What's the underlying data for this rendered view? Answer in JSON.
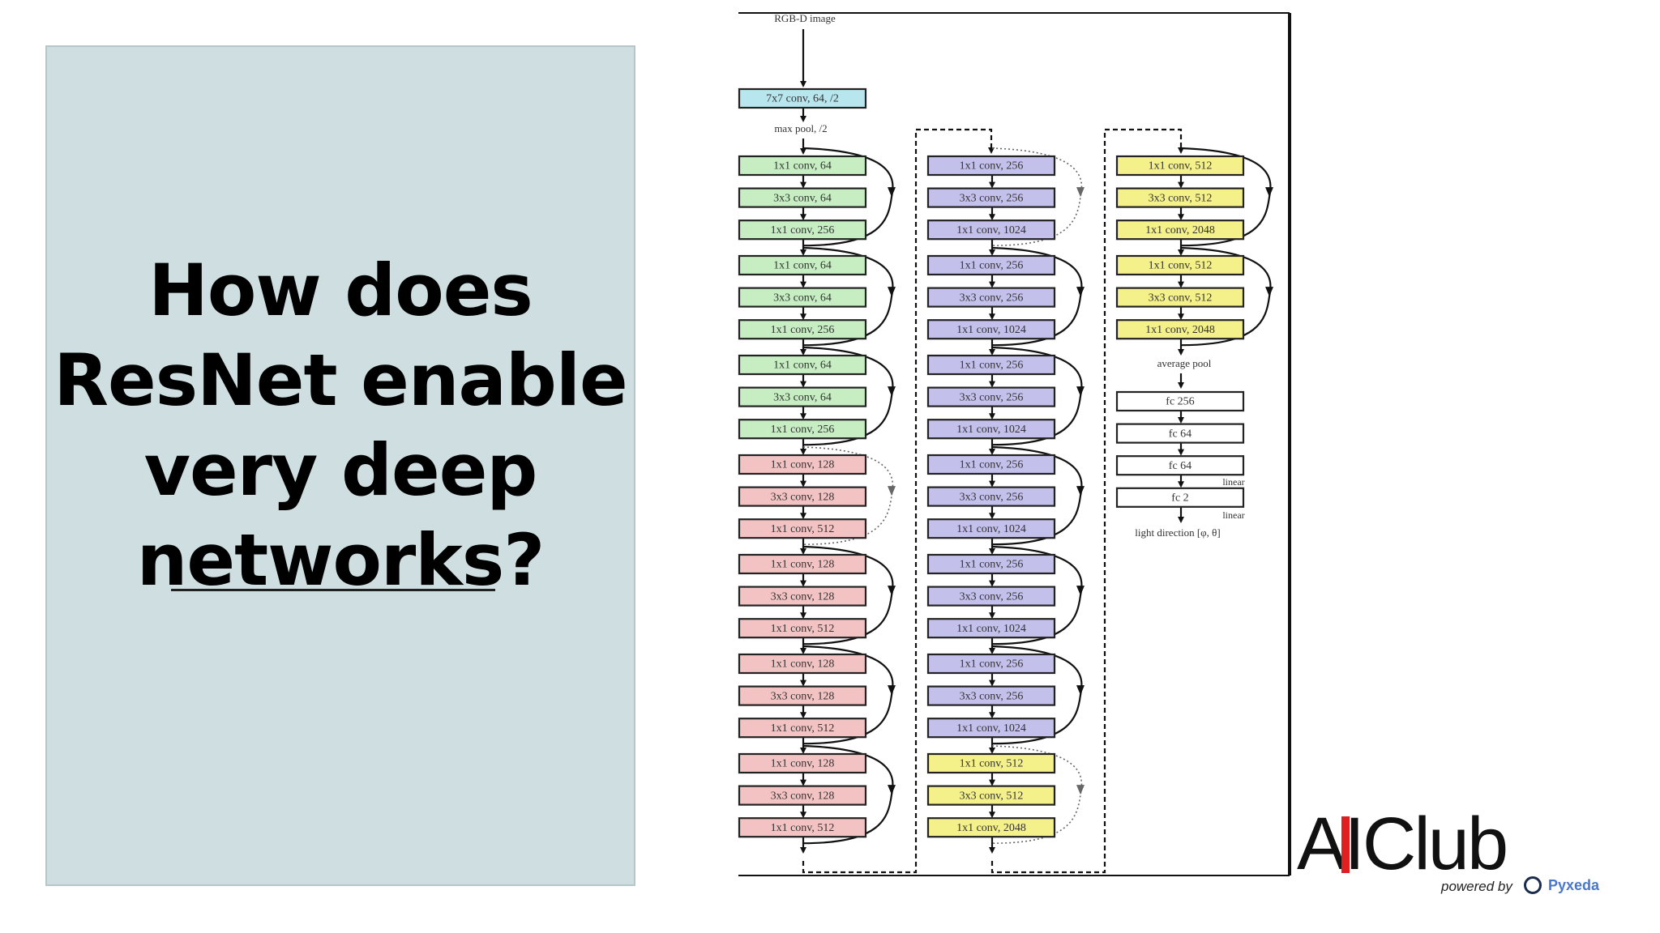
{
  "slide": {
    "question": "How does\nResNet enable\nvery deep\nnetworks?"
  },
  "diagram": {
    "input_label": "RGB-D image",
    "stem_conv": "7x7 conv, 64, /2",
    "stem_pool": "max pool, /2",
    "columns": [
      {
        "blocks": [
          {
            "stage": "conv2",
            "layers": [
              "1x1 conv, 64",
              "3x3 conv, 64",
              "1x1 conv, 256"
            ],
            "shortcut": "identity"
          },
          {
            "stage": "conv2",
            "layers": [
              "1x1 conv, 64",
              "3x3 conv, 64",
              "1x1 conv, 256"
            ],
            "shortcut": "identity"
          },
          {
            "stage": "conv2",
            "layers": [
              "1x1 conv, 64",
              "3x3 conv, 64",
              "1x1 conv, 256"
            ],
            "shortcut": "identity"
          },
          {
            "stage": "conv3",
            "layers": [
              "1x1 conv, 128",
              "3x3 conv, 128",
              "1x1 conv, 512"
            ],
            "shortcut": "projection"
          },
          {
            "stage": "conv3",
            "layers": [
              "1x1 conv, 128",
              "3x3 conv, 128",
              "1x1 conv, 512"
            ],
            "shortcut": "identity"
          },
          {
            "stage": "conv3",
            "layers": [
              "1x1 conv, 128",
              "3x3 conv, 128",
              "1x1 conv, 512"
            ],
            "shortcut": "identity"
          },
          {
            "stage": "conv3",
            "layers": [
              "1x1 conv, 128",
              "3x3 conv, 128",
              "1x1 conv, 512"
            ],
            "shortcut": "identity"
          }
        ]
      },
      {
        "blocks": [
          {
            "stage": "conv4",
            "layers": [
              "1x1 conv, 256",
              "3x3 conv, 256",
              "1x1 conv, 1024"
            ],
            "shortcut": "projection"
          },
          {
            "stage": "conv4",
            "layers": [
              "1x1 conv, 256",
              "3x3 conv, 256",
              "1x1 conv, 1024"
            ],
            "shortcut": "identity"
          },
          {
            "stage": "conv4",
            "layers": [
              "1x1 conv, 256",
              "3x3 conv, 256",
              "1x1 conv, 1024"
            ],
            "shortcut": "identity"
          },
          {
            "stage": "conv4",
            "layers": [
              "1x1 conv, 256",
              "3x3 conv, 256",
              "1x1 conv, 1024"
            ],
            "shortcut": "identity"
          },
          {
            "stage": "conv4",
            "layers": [
              "1x1 conv, 256",
              "3x3 conv, 256",
              "1x1 conv, 1024"
            ],
            "shortcut": "identity"
          },
          {
            "stage": "conv4",
            "layers": [
              "1x1 conv, 256",
              "3x3 conv, 256",
              "1x1 conv, 1024"
            ],
            "shortcut": "identity"
          },
          {
            "stage": "conv5",
            "layers": [
              "1x1 conv, 512",
              "3x3 conv, 512",
              "1x1 conv, 2048"
            ],
            "shortcut": "projection"
          }
        ]
      },
      {
        "blocks": [
          {
            "stage": "conv5",
            "layers": [
              "1x1 conv, 512",
              "3x3 conv, 512",
              "1x1 conv, 2048"
            ],
            "shortcut": "identity"
          },
          {
            "stage": "conv5",
            "layers": [
              "1x1 conv, 512",
              "3x3 conv, 512",
              "1x1 conv, 2048"
            ],
            "shortcut": "identity"
          }
        ],
        "pool_label": "average pool",
        "fc_layers": [
          "fc 256",
          "fc 64",
          "fc 64",
          "fc 2"
        ],
        "activation_labels": [
          "linear",
          "linear"
        ],
        "output_label": "light direction [φ, θ]"
      }
    ],
    "stage_colors": {
      "conv1": "#b8e6ee",
      "conv2": "#c6eec2",
      "conv3": "#f3c3c3",
      "conv4": "#c4c0ec",
      "conv5": "#f4f08a",
      "fc": "#ffffff"
    }
  },
  "logo": {
    "name": "AIClub",
    "powered_by": "powered by",
    "brand": "Pyxeda"
  }
}
